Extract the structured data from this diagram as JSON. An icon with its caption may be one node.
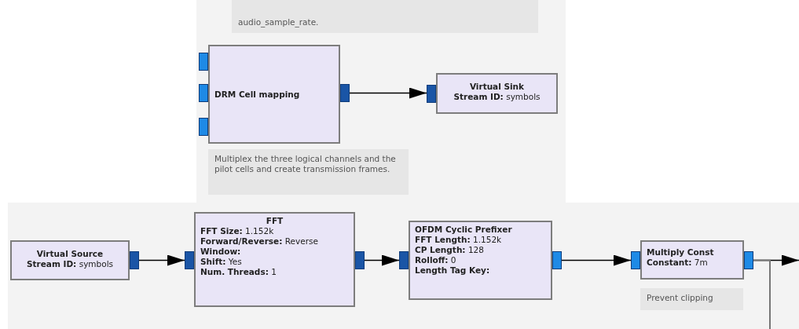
{
  "diagram": {
    "nodes": [
      {
        "text": [
          "audio_sample_rate."
        ]
      },
      {
        "text": [
          "DRM Cell mapping"
        ]
      },
      {
        "text": [
          "Virtual Sink",
          "**Stream ID:** symbols"
        ]
      },
      {
        "text": [
          "Multiplex the three logical channels and the pilot cells and create transmission frames."
        ]
      },
      {
        "text": [
          "Virtual Source",
          "**Stream ID:** symbols"
        ]
      },
      {
        "text": [
          "FFT",
          "**FFT Size:** 1.152k",
          "**Forward/Reverse:** Reverse",
          "**Window:**",
          "**Shift:** Yes",
          "**Num. Threads:** 1"
        ]
      },
      {
        "text": [
          "OFDM Cyclic Prefixer",
          "**FFT Length:** 1.152k",
          "**CP Length:** 128",
          "**Rolloff:** 0",
          "**Length Tag Key:**"
        ]
      },
      {
        "text": [
          "Multiply Const",
          "**Constant:** 7m"
        ]
      },
      {
        "text": [
          "Prevent clipping"
        ]
      }
    ],
    "edges": [
      {
        "from": 1,
        "to": 2,
        "arrow": "to"
      },
      {
        "from": 4,
        "to": 5,
        "arrow": "to"
      },
      {
        "from": 5,
        "to": 6,
        "arrow": "to"
      },
      {
        "from": 6,
        "to": 7,
        "arrow": "to"
      },
      {
        "from": 7,
        "to": null,
        "arrow": "to"
      },
      {
        "from": 7,
        "to": null,
        "arrow": "none",
        "color": "#777777"
      }
    ]
  }
}
